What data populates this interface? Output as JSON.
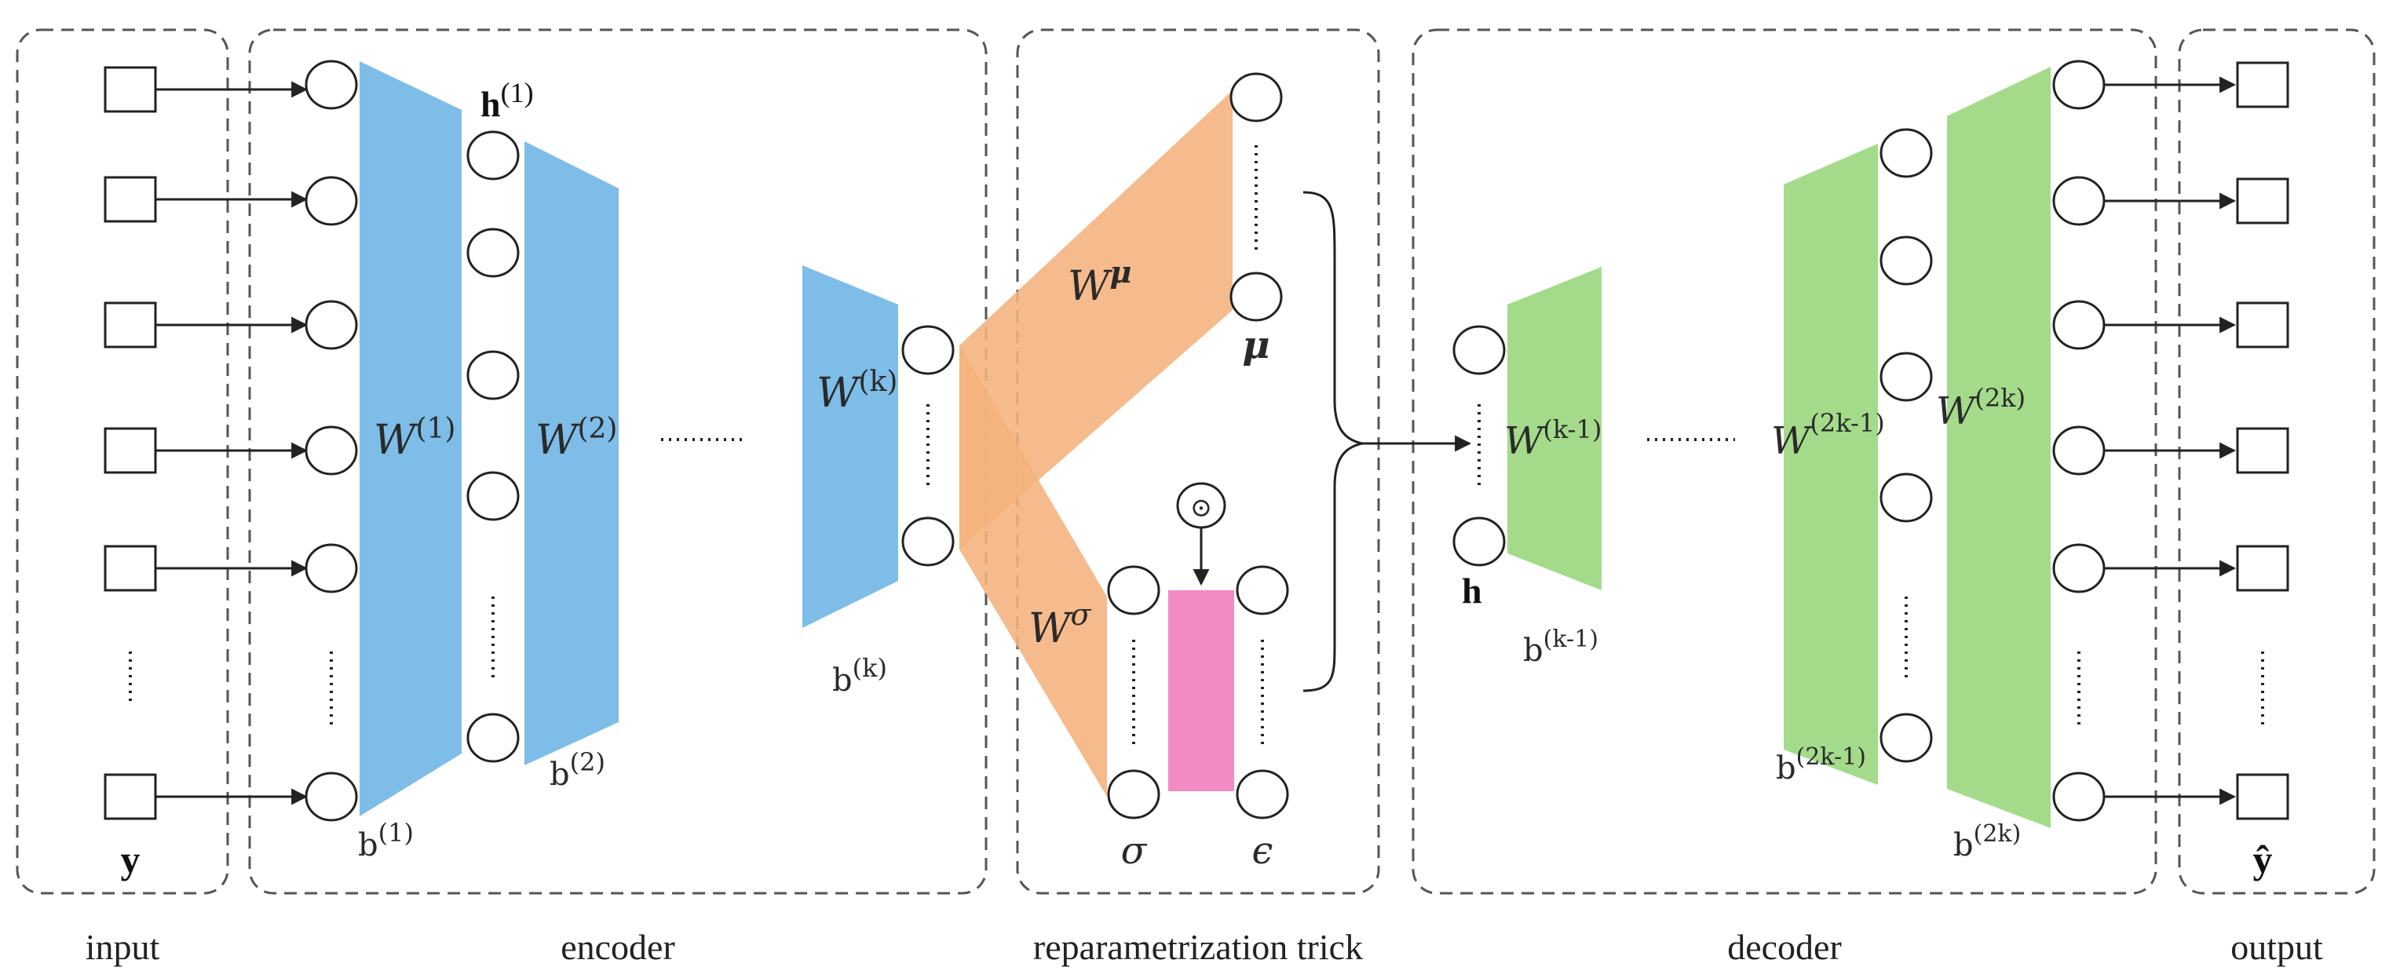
{
  "sections": {
    "input": "input",
    "encoder": "encoder",
    "reparam": "reparametrization trick",
    "decoder": "decoder",
    "output": "output"
  },
  "labels": {
    "y": "y",
    "y_hat": "ŷ",
    "h1": "h",
    "h1_sup": "(1)",
    "h": "h",
    "W1": "W",
    "W1_sup": "(1)",
    "W2": "W",
    "W2_sup": "(2)",
    "Wk": "W",
    "Wk_sup": "(k)",
    "Wmu": "W",
    "Wmu_sup": "μ",
    "Wsigma": "W",
    "Wsigma_sup": "σ",
    "Wk1": "W",
    "Wk1_sup": "(k-1)",
    "W2k1": "W",
    "W2k1_sup": "(2k-1)",
    "W2k": "W",
    "W2k_sup": "(2k)",
    "b1": "b",
    "b1_sup": "(1)",
    "b2": "b",
    "b2_sup": "(2)",
    "bk": "b",
    "bk_sup": "(k)",
    "bk1": "b",
    "bk1_sup": "(k-1)",
    "b2k1": "b",
    "b2k1_sup": "(2k-1)",
    "b2k": "b",
    "b2k_sup": "(2k)",
    "mu": "μ",
    "sigma": "σ",
    "epsilon": "ϵ",
    "odot": "⊙"
  },
  "colors": {
    "encoder_blue": "#7dbde8",
    "reparam_orange": "#f5b27c",
    "decoder_green": "#a3db8a",
    "noise_pink": "#f28ac4",
    "line": "#222222"
  }
}
